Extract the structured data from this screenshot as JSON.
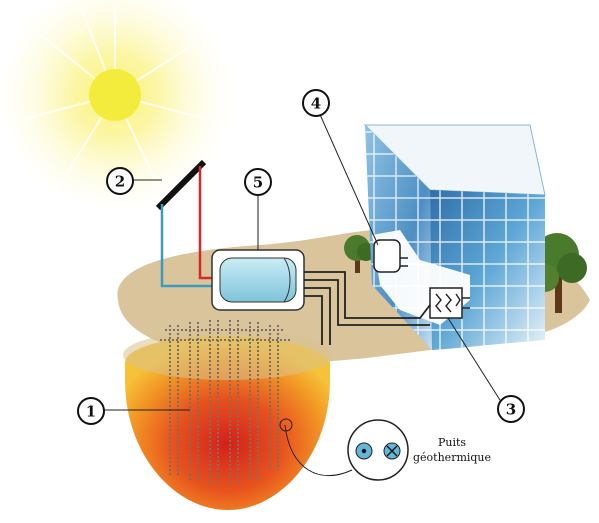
{
  "colors": {
    "sun": "#f6ee5a",
    "ground": "#d8c39a",
    "hot_core": "#d8281a",
    "warm_edge": "#f7b52a",
    "tank": "#a9dceb",
    "glass": "#5a9fd2",
    "pipe_hot": "#d8282a",
    "pipe_cold": "#3a9ac0",
    "tree": "#4a7a2c"
  },
  "callouts": {
    "geothermal_field": "1",
    "solar_collector": "2",
    "heat_pump": "3",
    "radiator": "4",
    "storage_tank": "5"
  },
  "caption": {
    "line1": "Puits",
    "line2": "géothermique"
  },
  "icons": {
    "well_symbol": "well-cross-section-icon"
  }
}
